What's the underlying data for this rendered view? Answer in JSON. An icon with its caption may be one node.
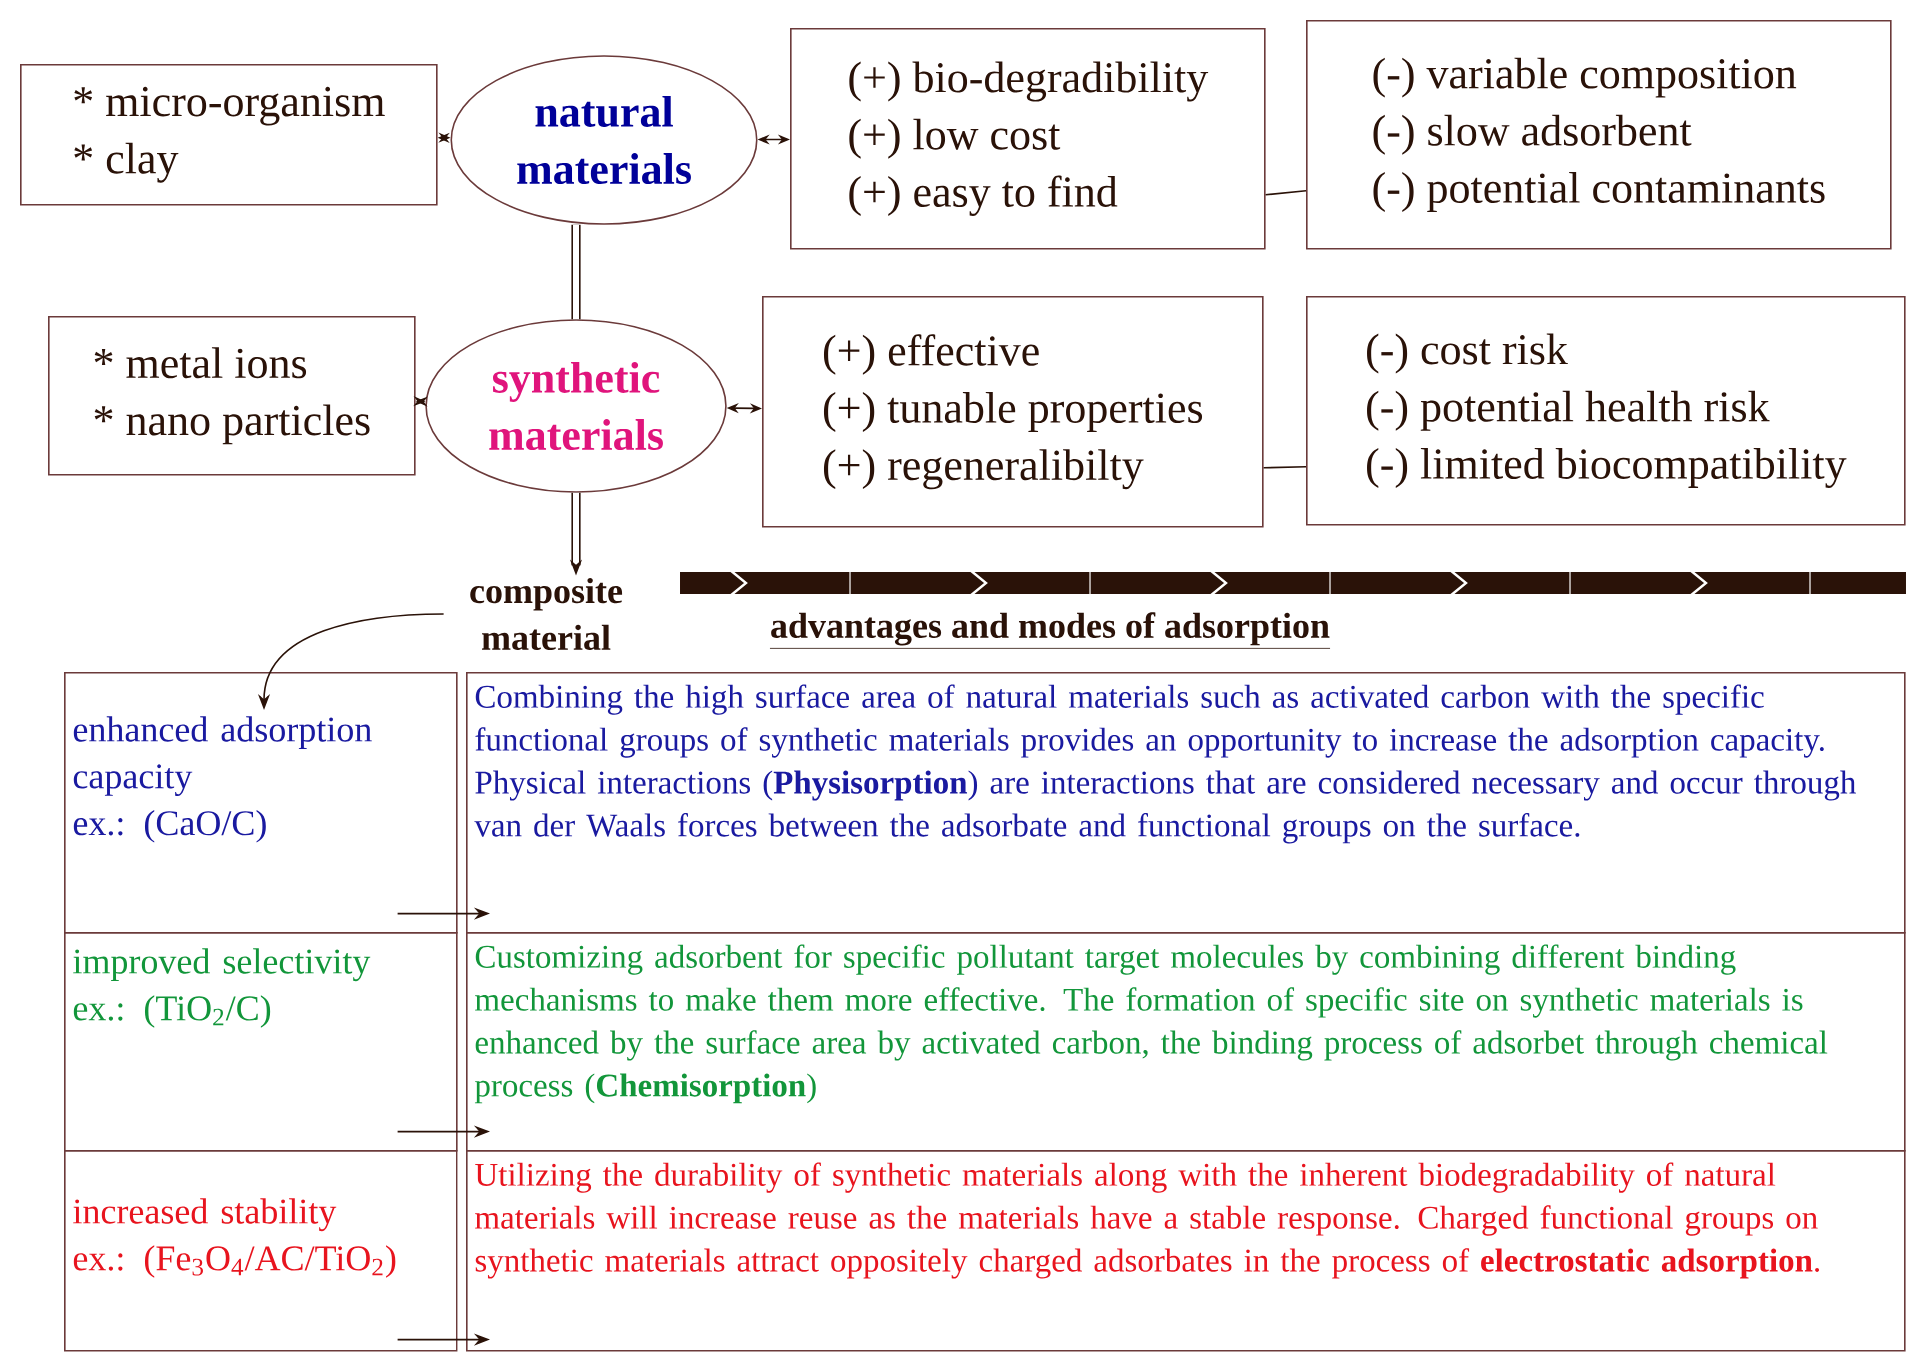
{
  "diagram": {
    "nodes": [
      {
        "text": [
          "* micro-organism",
          "* clay"
        ]
      },
      {
        "text": [
          "natural materials"
        ]
      },
      {
        "text": [
          "(+) bio-degradibility",
          "(+) low cost",
          "(+) easy to find"
        ]
      },
      {
        "text": [
          "(-) variable composition",
          "(-) slow adsorbent",
          "(-) potential contaminants"
        ]
      },
      {
        "text": [
          "* metal ions",
          "* nano particles"
        ]
      },
      {
        "text": [
          "synthetic materials"
        ]
      },
      {
        "text": [
          "(+) effective",
          "(+) tunable properties",
          "(+) regeneralibilty"
        ]
      },
      {
        "text": [
          "(-) cost risk",
          "(-) potential health risk",
          "(-) limited biocompatibility"
        ]
      },
      {
        "text": [
          "composite material"
        ]
      },
      {
        "text": [
          "enhanced adsorption capacity",
          "ex.: (CaO/C)"
        ]
      },
      {
        "text": [
          "improved selectivity",
          "ex.: (TiO$_{2}$/C)"
        ]
      },
      {
        "text": [
          "increased stability",
          "ex.: (Fe$_{3}$O$_{4}$/AC/TiO$_{2}$)"
        ]
      },
      {
        "text": [
          "Combining the high surface area of natural materials such as activated carbon with the specific functional groups of synthetic materials provides an opportunity to increase the adsorption capacity. Physical interactions (**Physisorption**) are interactions that are considered necessary and occur through van der Waals forces between the adsorbate and functional groups on the surface."
        ]
      },
      {
        "text": [
          "Customizing adsorbent for specific pollutant target molecules by combining different binding mechanisms to make them more effective. The formation of specific site on synthetic materials is enhanced by the surface area by activated carbon, the binding process of adsorbet through chemical process (**Chemisorption**)"
        ]
      },
      {
        "text": [
          "Utilizing the durability of synthetic materials along with the inherent biodegradability of natural materials will increase reuse as the materials have a stable response. Charged functional groups on synthetic materials attract oppositely charged adsorbates in the process of **electrostatic adsorption**."
        ]
      }
    ],
    "edges": [
      {
        "from": 0,
        "to": 1,
        "arrow": "both"
      },
      {
        "from": 1,
        "to": 2,
        "arrow": "both"
      },
      {
        "from": 2,
        "to": 3,
        "arrow": "none"
      },
      {
        "from": 1,
        "to": 5,
        "arrow": "none",
        "style": "thick"
      },
      {
        "from": 4,
        "to": 5,
        "arrow": "both"
      },
      {
        "from": 5,
        "to": 6,
        "arrow": "both"
      },
      {
        "from": 6,
        "to": 7,
        "arrow": "none"
      },
      {
        "from": 5,
        "to": 8,
        "arrow": "to",
        "style": "thick"
      },
      {
        "from": 8,
        "to": 9,
        "arrow": "to"
      },
      {
        "from": 9,
        "to": 12,
        "arrow": "to"
      },
      {
        "from": 10,
        "to": 13,
        "arrow": "to"
      },
      {
        "from": 11,
        "to": 14,
        "arrow": "to"
      }
    ],
    "labels": [
      "advantages and modes of adsorption"
    ]
  }
}
